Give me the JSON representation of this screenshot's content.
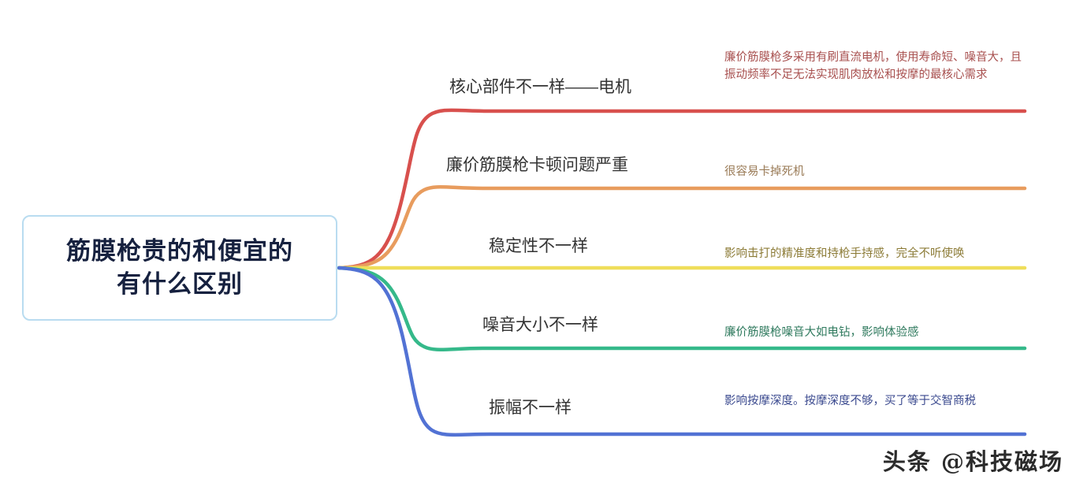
{
  "diagram": {
    "type": "mind-map",
    "root": {
      "label": "筋膜枪贵的和便宜的有什么区别",
      "line1": "筋膜枪贵的和便宜的",
      "line2": "有什么区别",
      "border_color": "#b9dcf0",
      "text_color": "#16213f"
    },
    "branches": [
      {
        "topic": "核心部件不一样——电机",
        "detail": "廉价筋膜枪多采用有刷直流电机，使用寿命短、噪音大，且振动频率不足无法实现肌肉放松和按摩的最核心需求",
        "color": "#d8504d",
        "detail_color": "#a8504f"
      },
      {
        "topic": "廉价筋膜枪卡顿问题严重",
        "detail": "很容易卡掉死机",
        "color": "#e89c5e",
        "detail_color": "#9a7b57"
      },
      {
        "topic": "稳定性不一样",
        "detail": "影响击打的精准度和持枪手持感，完全不听使唤",
        "color": "#efde5a",
        "detail_color": "#8c7b36"
      },
      {
        "topic": "噪音大小不一样",
        "detail": "廉价筋膜枪噪音大如电钻，影响体验感",
        "color": "#35b98a",
        "detail_color": "#2f7a5e"
      },
      {
        "topic": "振幅不一样",
        "detail": "影响按摩深度。按摩深度不够，买了等于交智商税",
        "color": "#5272d4",
        "detail_color": "#3b4a8f"
      }
    ]
  },
  "watermark": {
    "text": "头条 @科技磁场"
  }
}
